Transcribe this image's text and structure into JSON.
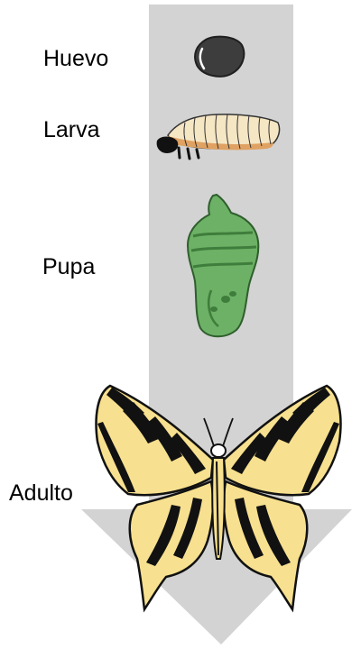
{
  "stages": [
    {
      "key": "egg",
      "label": "Huevo"
    },
    {
      "key": "larva",
      "label": "Larva"
    },
    {
      "key": "pupa",
      "label": "Pupa"
    },
    {
      "key": "adult",
      "label": "Adulto"
    }
  ],
  "colors": {
    "arrow": "#d3d3d3",
    "egg": "#3d3d3d",
    "larva_body": "#f5e6c4",
    "larva_stripes": "#e0a262",
    "pupa": "#6cb165",
    "pupa_dark": "#3f7d3c",
    "wing_yellow": "#f7e08f",
    "wing_black": "#111111",
    "label_text": "#000000"
  },
  "icons": [
    "egg-icon",
    "larva-icon",
    "pupa-icon",
    "butterfly-icon",
    "down-arrow"
  ]
}
